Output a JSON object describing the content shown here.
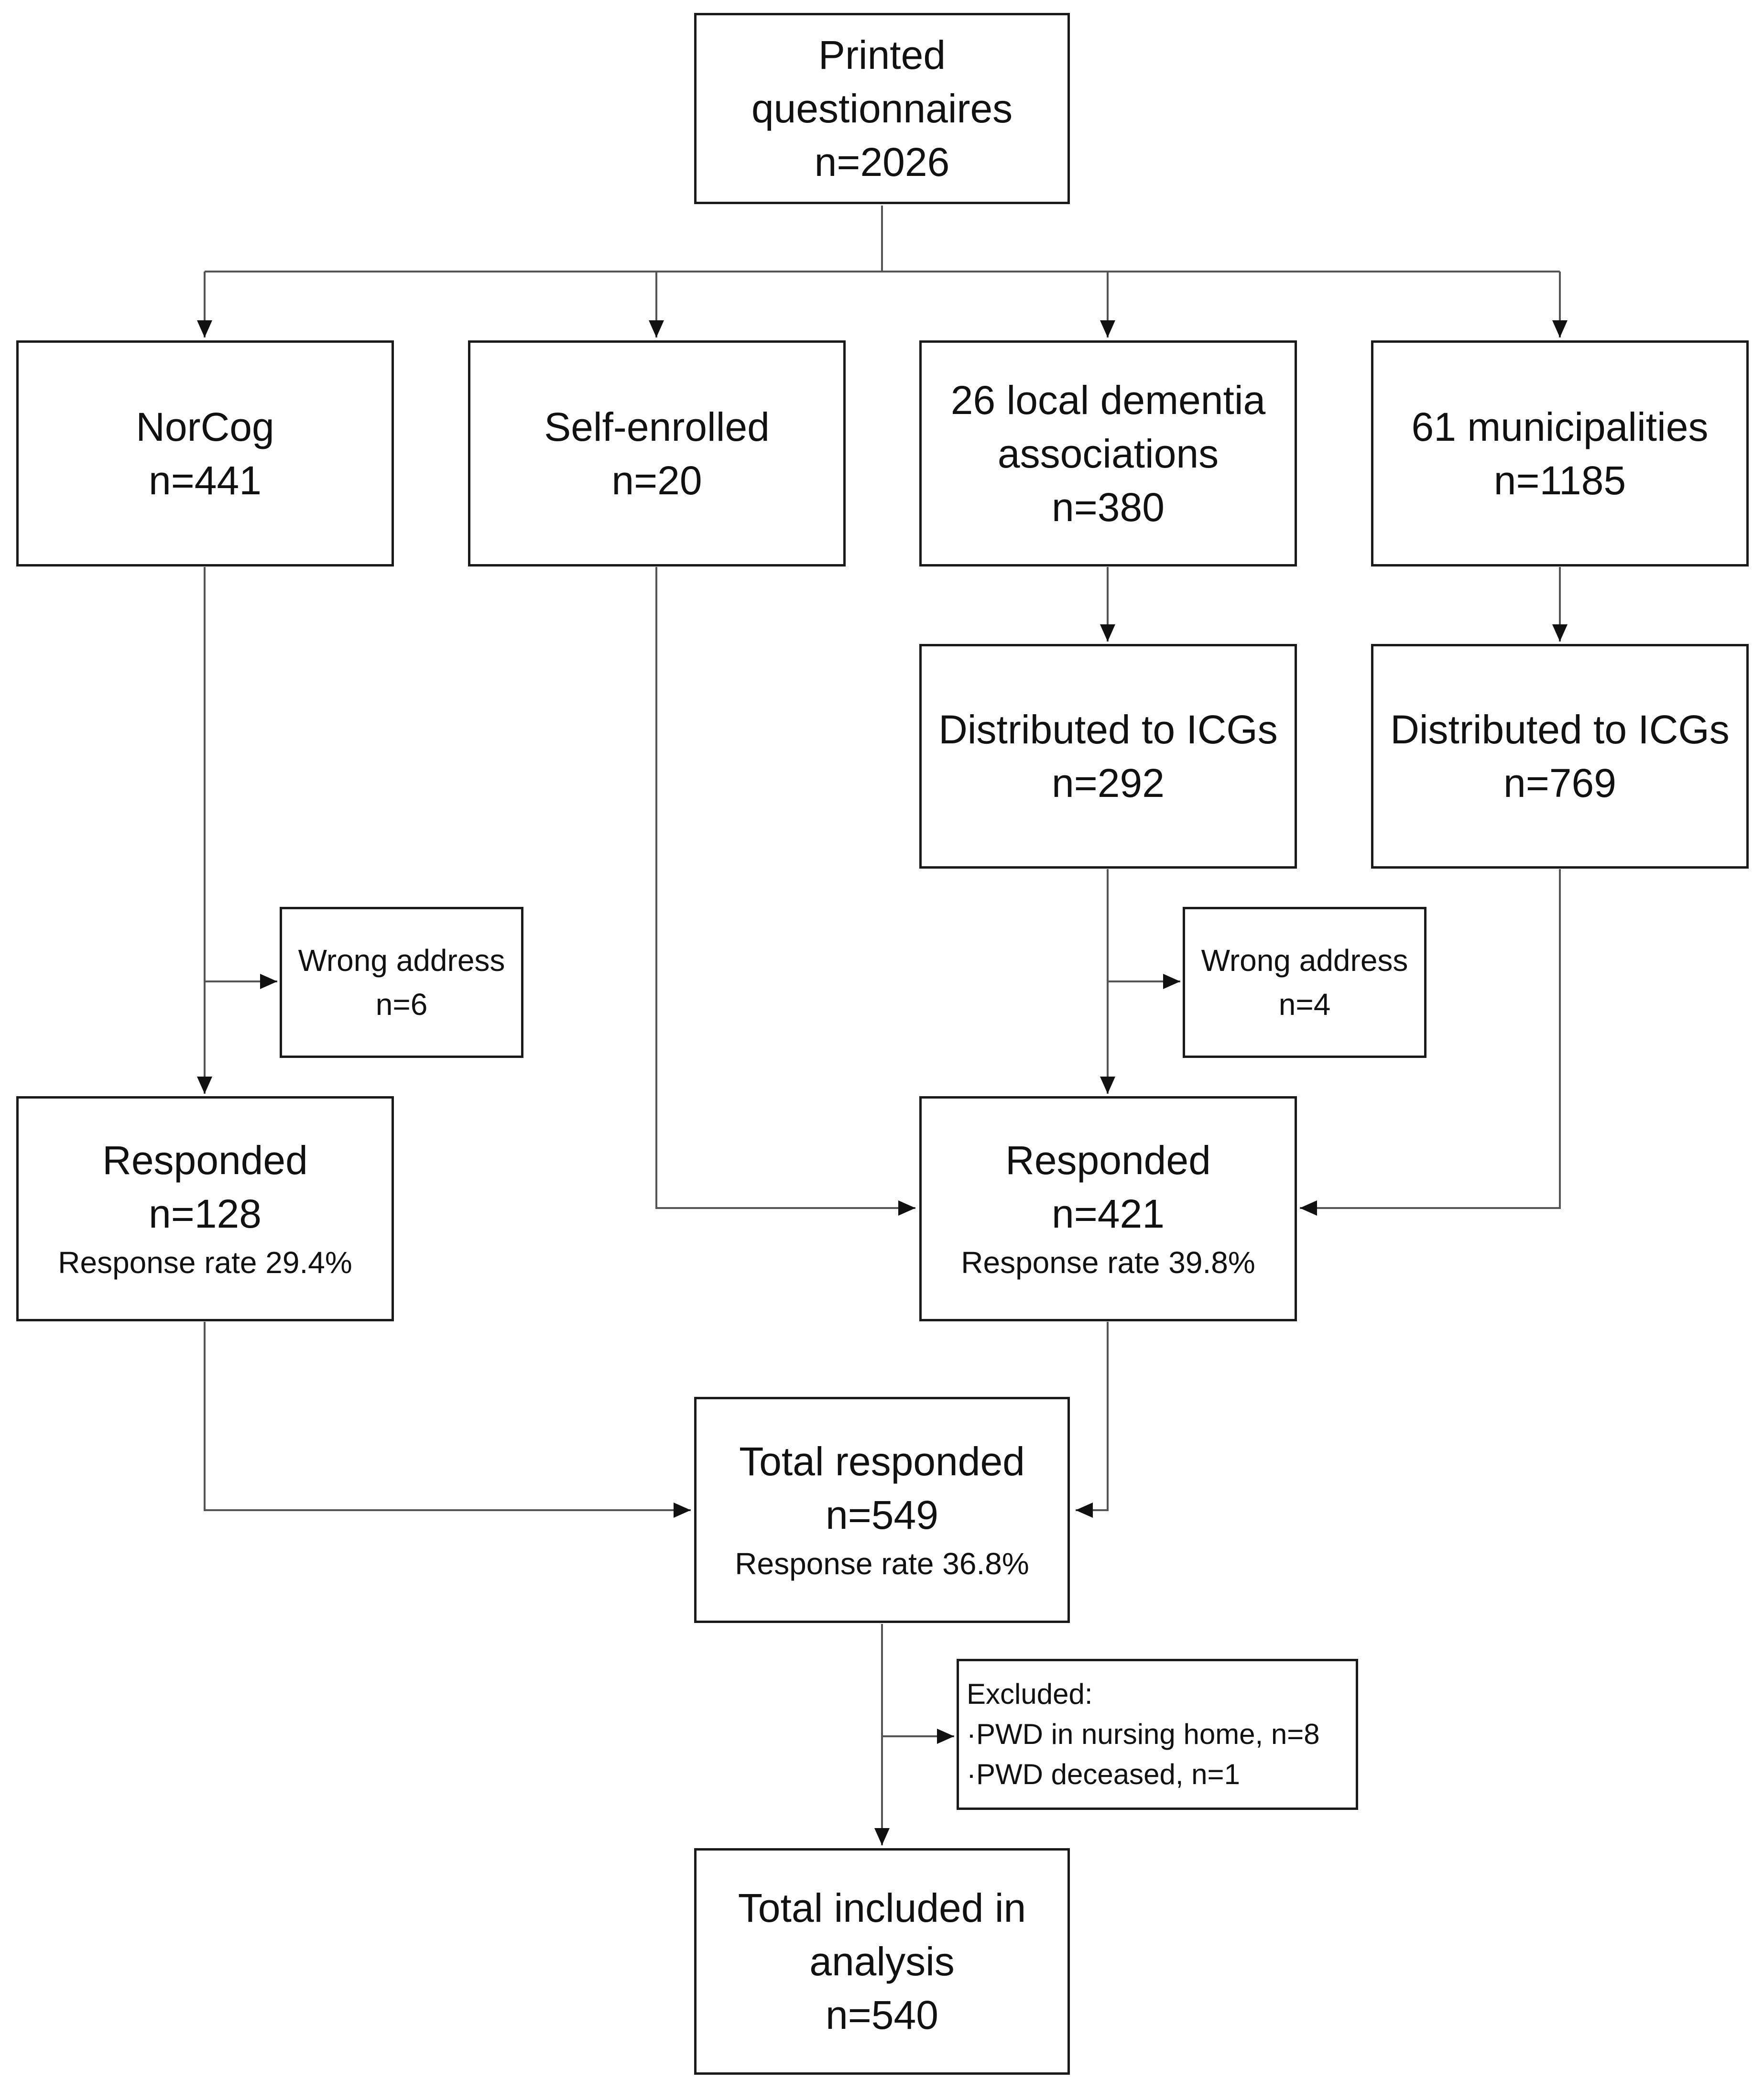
{
  "printed": {
    "line1": "Printed",
    "line2": "questionnaires",
    "n": "n=2026"
  },
  "norcog": {
    "name": "NorCog",
    "n": "n=441"
  },
  "self_enrolled": {
    "name": "Self-enrolled",
    "n": "n=20"
  },
  "local_assoc": {
    "line1": "26 local dementia",
    "line2": "associations",
    "n": "n=380"
  },
  "municipalities": {
    "name": "61 municipalities",
    "n": "n=1185"
  },
  "distributed_assoc": {
    "name": "Distributed to ICGs",
    "n": "n=292"
  },
  "distributed_muni": {
    "name": "Distributed to ICGs",
    "n": "n=769"
  },
  "wrong_address_norcog": {
    "label": "Wrong address",
    "n": "n=6"
  },
  "wrong_address_assoc": {
    "label": "Wrong address",
    "n": "n=4"
  },
  "responded_norcog": {
    "label": "Responded",
    "n": "n=128",
    "rate": "Response rate 29.4%"
  },
  "responded_other": {
    "label": "Responded",
    "n": "n=421",
    "rate": "Response rate 39.8%"
  },
  "total_responded": {
    "label": "Total responded",
    "n": "n=549",
    "rate": "Response rate 36.8%"
  },
  "excluded": {
    "title": "Excluded:",
    "item1": "·PWD in nursing home, n=8",
    "item2": "·PWD deceased, n=1"
  },
  "total_included": {
    "line1": "Total included in",
    "line2": "analysis",
    "n": "n=540"
  }
}
